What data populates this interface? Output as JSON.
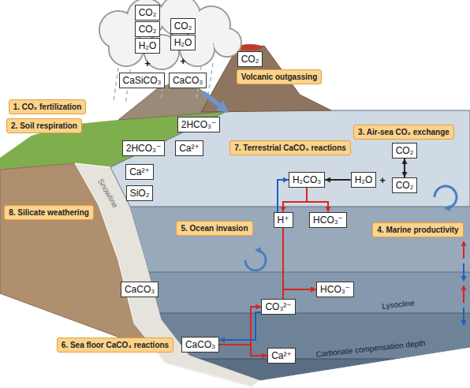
{
  "diagram": {
    "nodes": [
      {
        "text": [
          "CO₂"
        ]
      },
      {
        "text": [
          "CO₂"
        ]
      },
      {
        "text": [
          "CO₂"
        ]
      },
      {
        "text": [
          "CO₂"
        ]
      },
      {
        "text": [
          "H₂O"
        ]
      },
      {
        "text": [
          "H₂O"
        ]
      },
      {
        "text": [
          "Volcanic outgassing"
        ]
      },
      {
        "text": [
          "CaSiCO₃"
        ]
      },
      {
        "text": [
          "CaCO₃"
        ]
      },
      {
        "text": [
          "1. CO₂ fertilization"
        ]
      },
      {
        "text": [
          "2. Soil respiration"
        ]
      },
      {
        "text": [
          "2HCO₃⁻"
        ]
      },
      {
        "text": [
          "3. Air-sea CO₂ exchange"
        ]
      },
      {
        "text": [
          "2HCO₃⁻"
        ]
      },
      {
        "text": [
          "Ca²⁺"
        ]
      },
      {
        "text": [
          "7. Terrestrial CaCO₃ reactions"
        ]
      },
      {
        "text": [
          "CO₂"
        ]
      },
      {
        "text": [
          "Ca²⁺"
        ]
      },
      {
        "text": [
          "H₂CO₃"
        ]
      },
      {
        "text": [
          "H₂O"
        ]
      },
      {
        "text": [
          "CO₂"
        ]
      },
      {
        "text": [
          "SiO₂"
        ]
      },
      {
        "text": [
          "8. Silicate weathering"
        ]
      },
      {
        "text": [
          "H⁺"
        ]
      },
      {
        "text": [
          "HCO₃⁻"
        ]
      },
      {
        "text": [
          "5. Ocean invasion"
        ]
      },
      {
        "text": [
          "4. Marine productivity"
        ]
      },
      {
        "text": [
          "HCO₃⁻"
        ]
      },
      {
        "text": [
          "CaCO₃"
        ]
      },
      {
        "text": [
          "CO₃²⁻"
        ]
      },
      {
        "text": [
          "6. Sea floor CaCO₃ reactions"
        ]
      },
      {
        "text": [
          "CaCO₃"
        ]
      },
      {
        "text": [
          "Ca²⁺"
        ]
      }
    ],
    "edges": [
      {
        "from": 16,
        "to": 20,
        "arrow": "both"
      },
      {
        "from": 19,
        "to": 18,
        "arrow": "to"
      },
      {
        "from": 18,
        "to": 23,
        "arrow": "to"
      },
      {
        "from": 18,
        "to": 24,
        "arrow": "to"
      },
      {
        "from": 23,
        "to": 18,
        "arrow": "to"
      },
      {
        "from": 23,
        "to": 27,
        "arrow": "to"
      },
      {
        "from": 29,
        "to": 27,
        "arrow": "to"
      },
      {
        "from": 31,
        "to": 29,
        "arrow": "to"
      },
      {
        "from": 31,
        "to": 32,
        "arrow": "to"
      },
      {
        "from": 29,
        "to": 31,
        "arrow": "to"
      }
    ],
    "labels": [
      "+",
      "+",
      "+",
      "Snowline",
      "Lysocline",
      "Carbonate compensation depth"
    ]
  }
}
